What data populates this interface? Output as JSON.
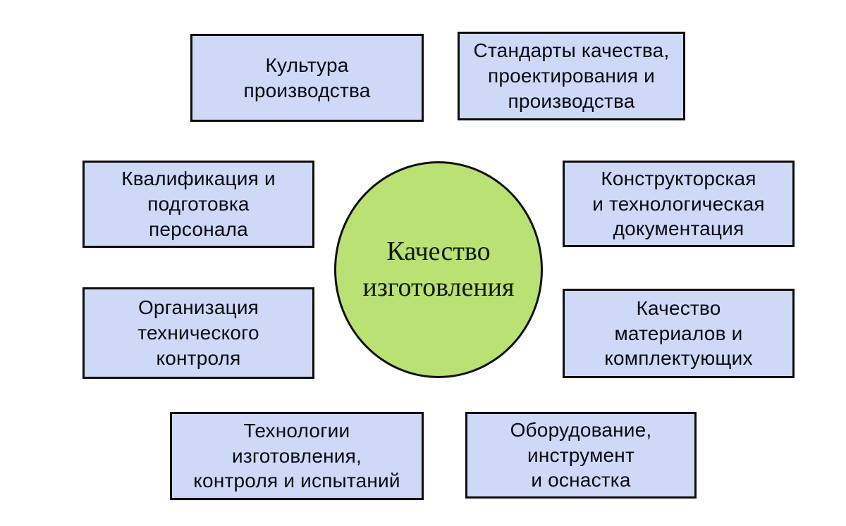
{
  "diagram": {
    "center": {
      "label": "Качество\nизготовления",
      "fill_color": "#b9e173",
      "border_color": "#101010"
    },
    "factors": [
      {
        "label": "Культура\nпроизводства"
      },
      {
        "label": "Стандарты качества,\nпроектирования и\nпроизводства"
      },
      {
        "label": "Квалификация и\nподготовка\nперсонала"
      },
      {
        "label": "Конструкторская\nи технологическая\nдокументация"
      },
      {
        "label": "Организация\nтехнического\nконтроля"
      },
      {
        "label": "Качество\nматериалов и\nкомплектующих"
      },
      {
        "label": "Технологии\nизготовления,\nконтроля и испытаний"
      },
      {
        "label": "Оборудование,\nинструмент\nи оснастка"
      }
    ],
    "colors": {
      "box_fill": "#cdd9f6",
      "box_border": "#0d0d0d",
      "text": "#0a0a14",
      "background": "#ffffff"
    }
  }
}
